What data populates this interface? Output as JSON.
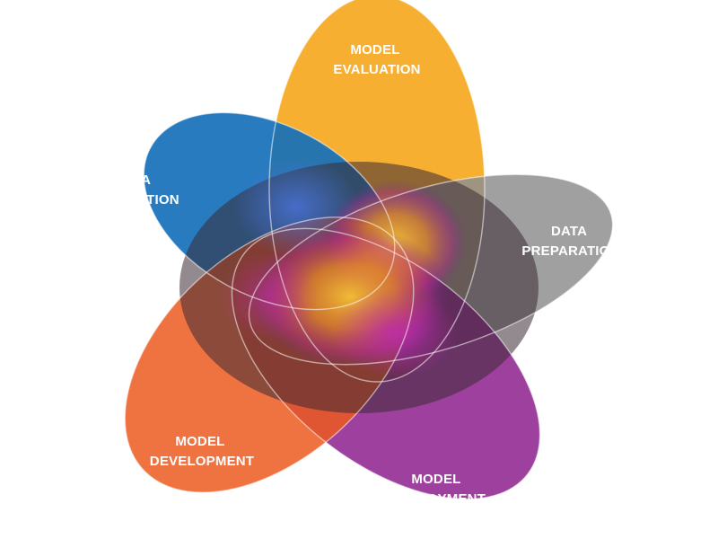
{
  "diagram": {
    "petals": [
      {
        "id": "data-collection",
        "lines": [
          "DATA",
          "COLLECTION"
        ],
        "color": "#1570b8"
      },
      {
        "id": "model-evaluation",
        "lines": [
          "MODEL",
          "EVALUATION"
        ],
        "color": "#f5a820"
      },
      {
        "id": "data-preparation",
        "lines": [
          "DATA",
          "PREPARATION"
        ],
        "color": "#8f8f8f"
      },
      {
        "id": "model-deployment",
        "lines": [
          "MODEL",
          "DEPLOYMENT"
        ],
        "color": "#8d1f8c"
      },
      {
        "id": "model-development",
        "lines": [
          "MODEL",
          "DEVELOPMENT"
        ],
        "color": "#ec5a20"
      }
    ],
    "center_colors": [
      "#f5b123",
      "#b82c8e",
      "#4a5fc0",
      "#f07a2a",
      "#d23a7c"
    ]
  }
}
